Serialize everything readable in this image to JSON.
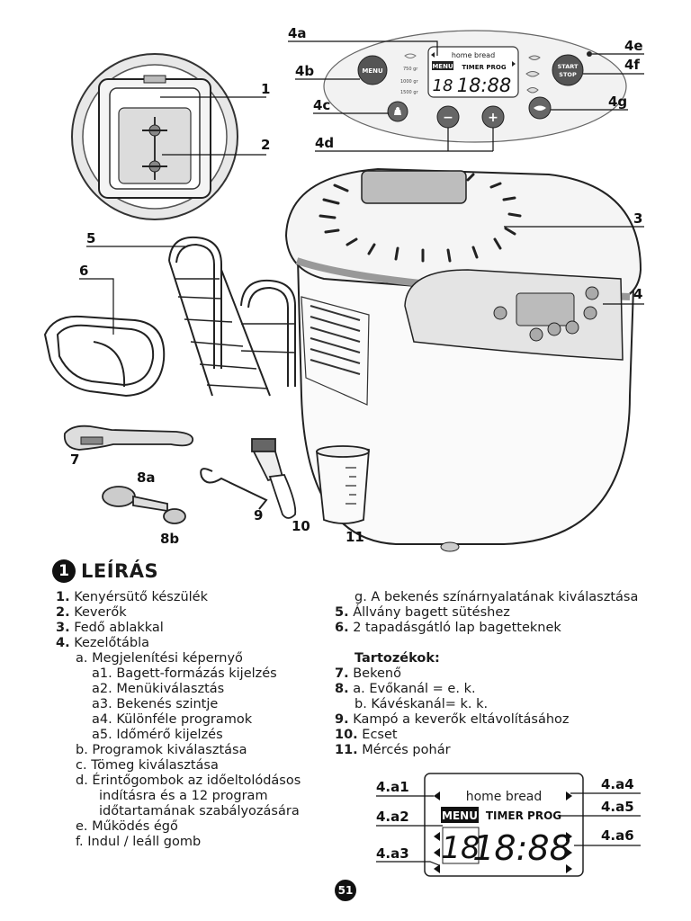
{
  "callouts": {
    "c1": "1",
    "c2": "2",
    "c3": "3",
    "c4": "4",
    "c4a": "4a",
    "c4b": "4b",
    "c4c": "4c",
    "c4d": "4d",
    "c4e": "4e",
    "c4f": "4f",
    "c4g": "4g",
    "c5": "5",
    "c6": "6",
    "c7": "7",
    "c8a": "8a",
    "c8b": "8b",
    "c9": "9",
    "c10": "10",
    "c11": "11"
  },
  "panel": {
    "brand": "home bread",
    "menu_button": "MENU",
    "start_stop_line1": "START",
    "start_stop_line2": "STOP",
    "weight_750": "750 gr",
    "weight_1000": "1000 gr",
    "weight_1500": "1500 gr",
    "lcd_menu": "MENU",
    "lcd_timer_prog": "TIMER PROG",
    "lcd_prog_num": "18",
    "lcd_time": "18:88",
    "minus": "−",
    "plus": "+"
  },
  "lcd_detail": {
    "brand": "home bread",
    "menu": "MENU",
    "timer_prog": "TIMER PROG",
    "prog_num": "18",
    "time": "18:88",
    "a1": "4.a1",
    "a2": "4.a2",
    "a3": "4.a3",
    "a4": "4.a4",
    "a5": "4.a5",
    "a6": "4.a6"
  },
  "section": {
    "number": "1",
    "title": "LEÍRÁS"
  },
  "left_list": [
    {
      "n": "1.",
      "t": "Kenyérsütő készülék"
    },
    {
      "n": "2.",
      "t": "Keverők"
    },
    {
      "n": "3.",
      "t": "Fedő ablakkal"
    },
    {
      "n": "4.",
      "t": "Kezelőtábla"
    },
    {
      "n": "",
      "t": "a. Megjelenítési képernyő"
    },
    {
      "n": "",
      "t": "a1. Bagett-formázás kijelzés"
    },
    {
      "n": "",
      "t": "a2. Menükiválasztás"
    },
    {
      "n": "",
      "t": "a3. Bekenés szintje"
    },
    {
      "n": "",
      "t": "a4. Különféle programok"
    },
    {
      "n": "",
      "t": "a5. Időmérő kijelzés"
    },
    {
      "n": "",
      "t": "b. Programok kiválasztása"
    },
    {
      "n": "",
      "t": "c. Tömeg kiválasztása"
    },
    {
      "n": "",
      "t": "d. Érintőgombok az időeltolódásos"
    },
    {
      "n": "",
      "t": "indításra és a 12 program"
    },
    {
      "n": "",
      "t": "időtartamának szabályozására"
    },
    {
      "n": "",
      "t": "e. Működés égő"
    },
    {
      "n": "",
      "t": "f. Indul / leáll gomb"
    }
  ],
  "right_list": [
    {
      "n": "",
      "t": "g. A bekenés színárnyalatának kiválasztása"
    },
    {
      "n": "5.",
      "t": "Állvány bagett sütéshez"
    },
    {
      "n": "6.",
      "t": "2 tapadásgátló lap bagetteknek"
    },
    {
      "n": "",
      "t": ""
    },
    {
      "n": "",
      "t": "Tartozékok:"
    },
    {
      "n": "7.",
      "t": "Bekenő"
    },
    {
      "n": "8.",
      "t": "a. Evőkanál = e. k."
    },
    {
      "n": "",
      "t": "b. Kávéskanál= k. k."
    },
    {
      "n": "9.",
      "t": "Kampó a keverők eltávolításához"
    },
    {
      "n": "10.",
      "t": "Ecset"
    },
    {
      "n": "11.",
      "t": "Mércés pohár"
    }
  ],
  "page_number": "51"
}
